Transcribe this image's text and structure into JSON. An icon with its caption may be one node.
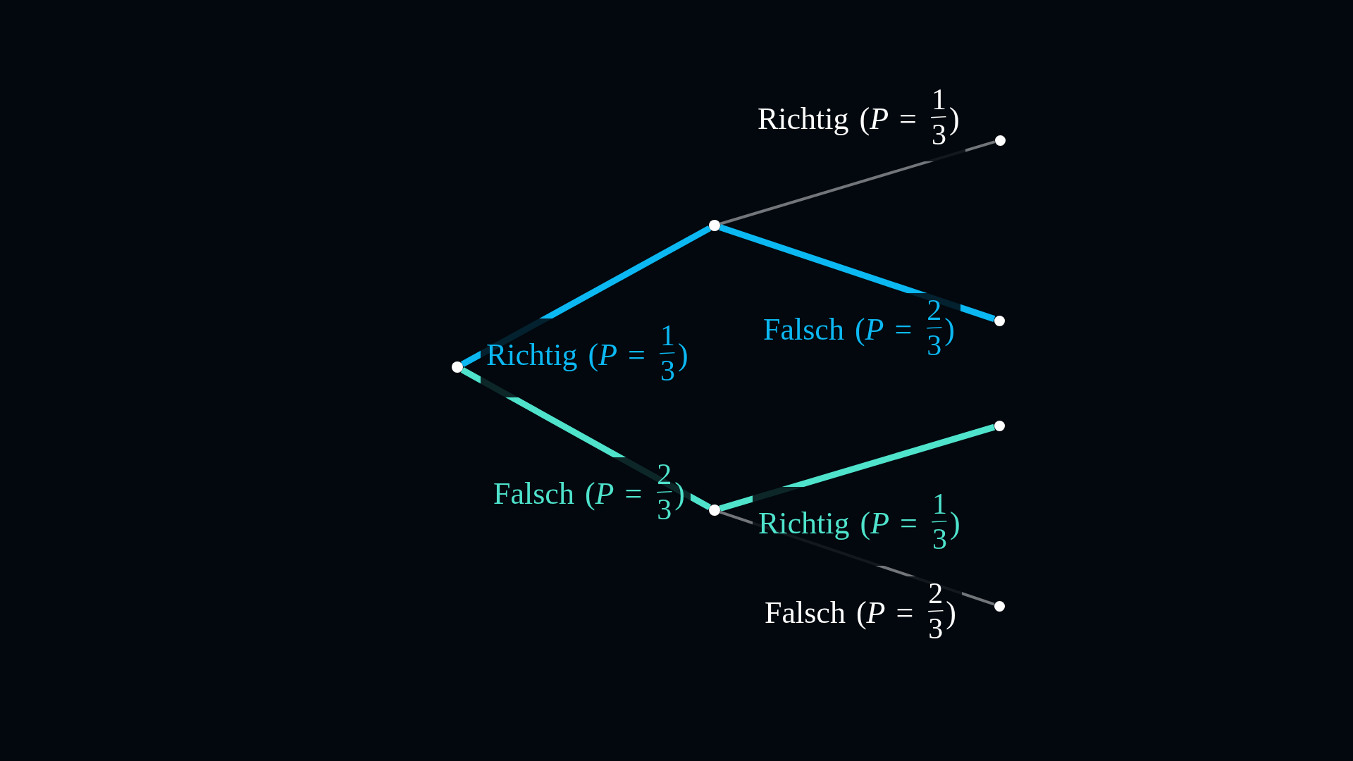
{
  "diagram": {
    "nodes": [
      {
        "text": [],
        "shape": "circle"
      },
      {
        "text": [],
        "shape": "circle"
      },
      {
        "text": [],
        "shape": "circle"
      },
      {
        "text": [],
        "shape": "circle"
      },
      {
        "text": [],
        "shape": "circle"
      },
      {
        "text": [],
        "shape": "circle"
      },
      {
        "text": [],
        "shape": "circle"
      }
    ],
    "edges": [
      {
        "from": 0,
        "to": 1,
        "arrow": "none",
        "label": "Richtig (*P* = 1/3)",
        "color": "#0cb8f2"
      },
      {
        "from": 0,
        "to": 2,
        "arrow": "none",
        "label": "Falsch (*P* = 2/3)",
        "color": "#4fe3cc"
      },
      {
        "from": 1,
        "to": 3,
        "arrow": "none",
        "label": "Richtig (*P* = 1/3)",
        "color": "#72767b"
      },
      {
        "from": 1,
        "to": 4,
        "arrow": "none",
        "label": "Falsch (*P* = 2/3)",
        "color": "#0cb8f2"
      },
      {
        "from": 2,
        "to": 5,
        "arrow": "none",
        "label": "Richtig (*P* = 1/3)",
        "color": "#4fe3cc"
      },
      {
        "from": 2,
        "to": 6,
        "arrow": "none",
        "label": "Falsch (*P* = 2/3)",
        "color": "#72767b"
      }
    ]
  }
}
